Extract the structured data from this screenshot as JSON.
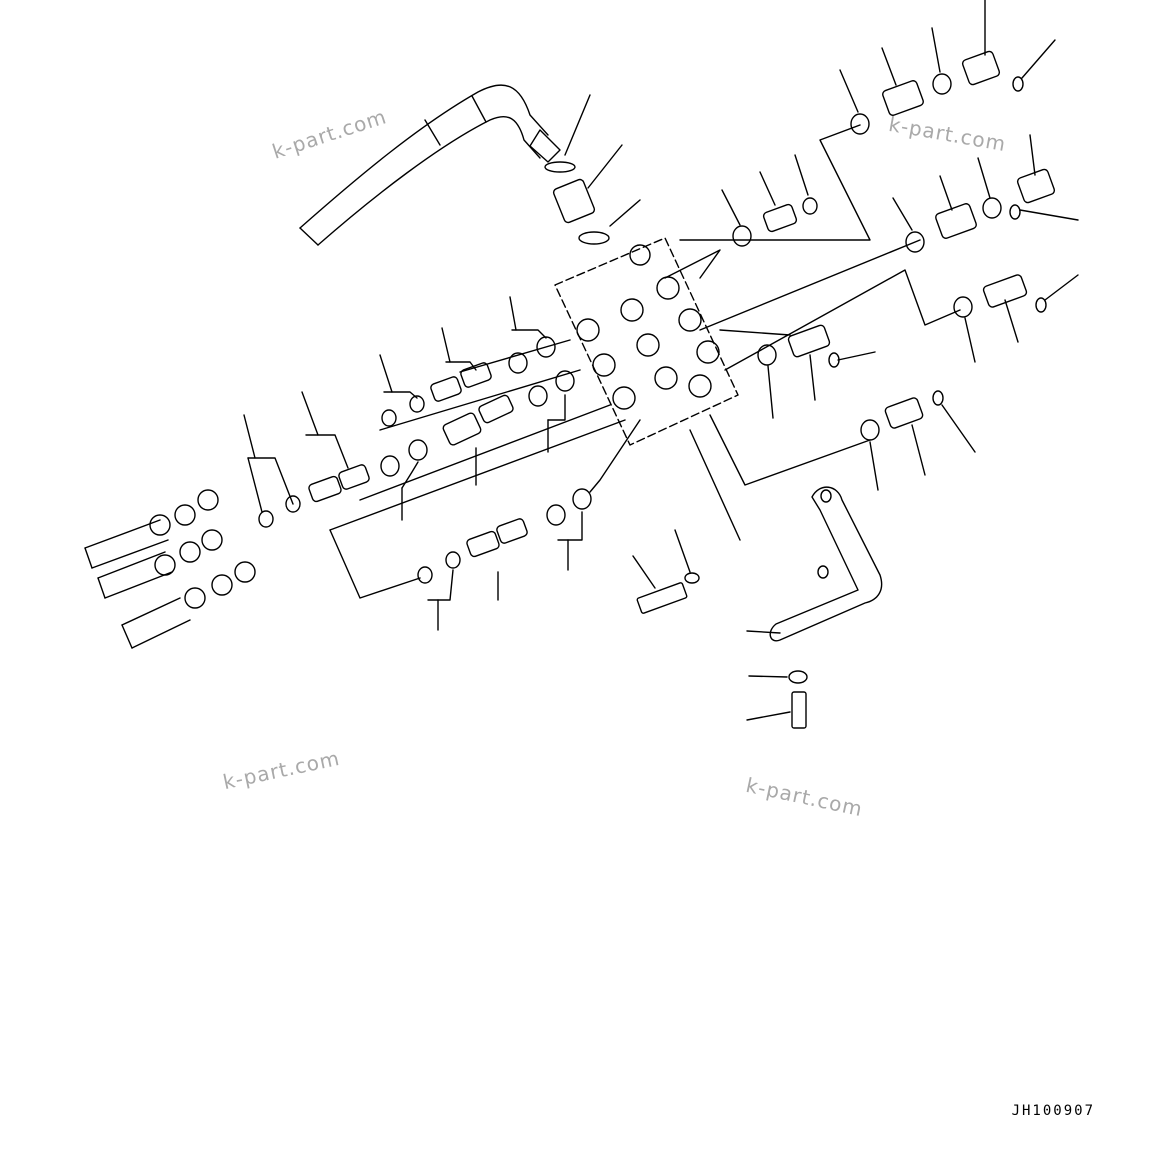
{
  "diagram": {
    "code": "JH100907",
    "watermarks": [
      "k-part.com",
      "k-part.com",
      "k-part.com",
      "k-part.com"
    ],
    "colors": {
      "line": "#000000",
      "watermark": "#a9a9a9",
      "background": "#ffffff"
    }
  }
}
